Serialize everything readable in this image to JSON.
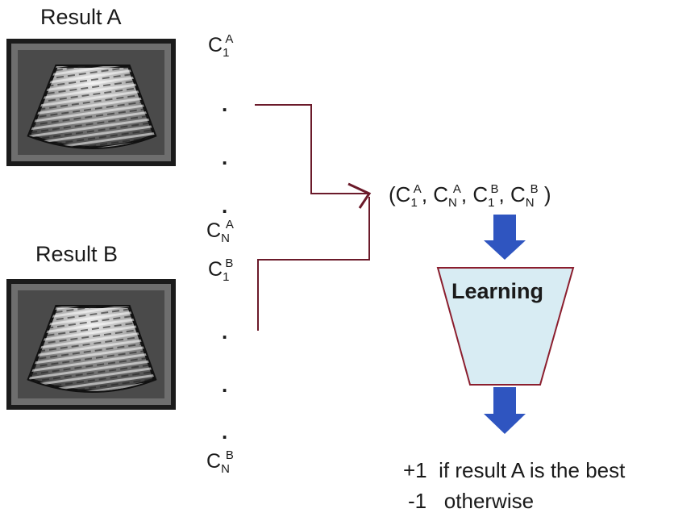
{
  "result_a": {
    "title": "Result A"
  },
  "result_b": {
    "title": "Result B"
  },
  "features_a": {
    "first": {
      "base": "C",
      "sub": "1",
      "sup": "A"
    },
    "dots": [
      ".",
      ".",
      "."
    ],
    "last": {
      "base": "C",
      "sub": "N",
      "sup": "A"
    }
  },
  "features_b": {
    "first": {
      "base": "C",
      "sub": "1",
      "sup": "B"
    },
    "dots": [
      ".",
      ".",
      "."
    ],
    "last": {
      "base": "C",
      "sub": "N",
      "sup": "B"
    }
  },
  "tuple": {
    "open": "(",
    "items": [
      {
        "base": "C",
        "sub": "1",
        "sup": "A"
      },
      {
        "base": "C",
        "sub": "N",
        "sup": "A"
      },
      {
        "base": "C",
        "sub": "1",
        "sup": "B"
      },
      {
        "base": "C",
        "sub": "N",
        "sup": "B"
      }
    ],
    "sep": ", ",
    "close": " )"
  },
  "learning": {
    "label": "Learning",
    "fill": "#d8ecf3",
    "stroke": "#8b1e2e"
  },
  "arrows": {
    "connector": "#6b1a2a",
    "block": "#2f55c0"
  },
  "output": {
    "line1_value": "+1",
    "line1_text": "if result A is the best",
    "line2_value": "-1",
    "line2_text": "otherwise"
  },
  "icons": [
    "ultrasound-image-a",
    "ultrasound-image-b"
  ]
}
